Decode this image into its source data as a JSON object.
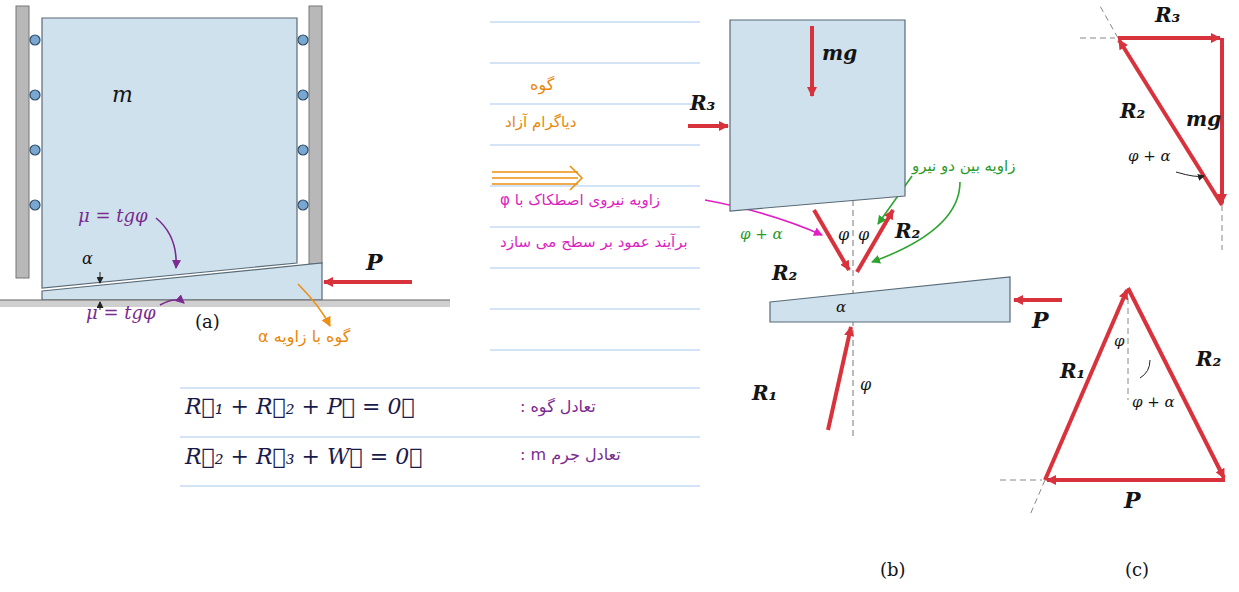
{
  "diagram": {
    "labels": [
      "μ = tgφ",
      "m",
      "α",
      "P",
      "μ = tgφ",
      "(a)",
      "گوه با زاویه α",
      "گوه",
      "دیاگرام آزاد",
      "φ زاویه نیروی اصطکاک با",
      "برآیند عمود بر سطح می سازد",
      "mg",
      "R₃",
      "R₂",
      "φ",
      "φ",
      "R₂",
      "α",
      "P",
      "R₁",
      "φ",
      "(b)",
      "R₃",
      "R₂",
      "mg",
      "φ + α",
      "R₁",
      "φ",
      "φ + α",
      "R₂",
      "P",
      "(c)",
      "φ + α",
      "زاویه بین دو نیرو",
      "R⃗₁ + R⃗₂ + P⃗ = 0⃗",
      "تعادل گوه :",
      "R⃗₂ + R⃗₃ + W⃗ = 0⃗",
      "تعادل جرم m :"
    ]
  }
}
